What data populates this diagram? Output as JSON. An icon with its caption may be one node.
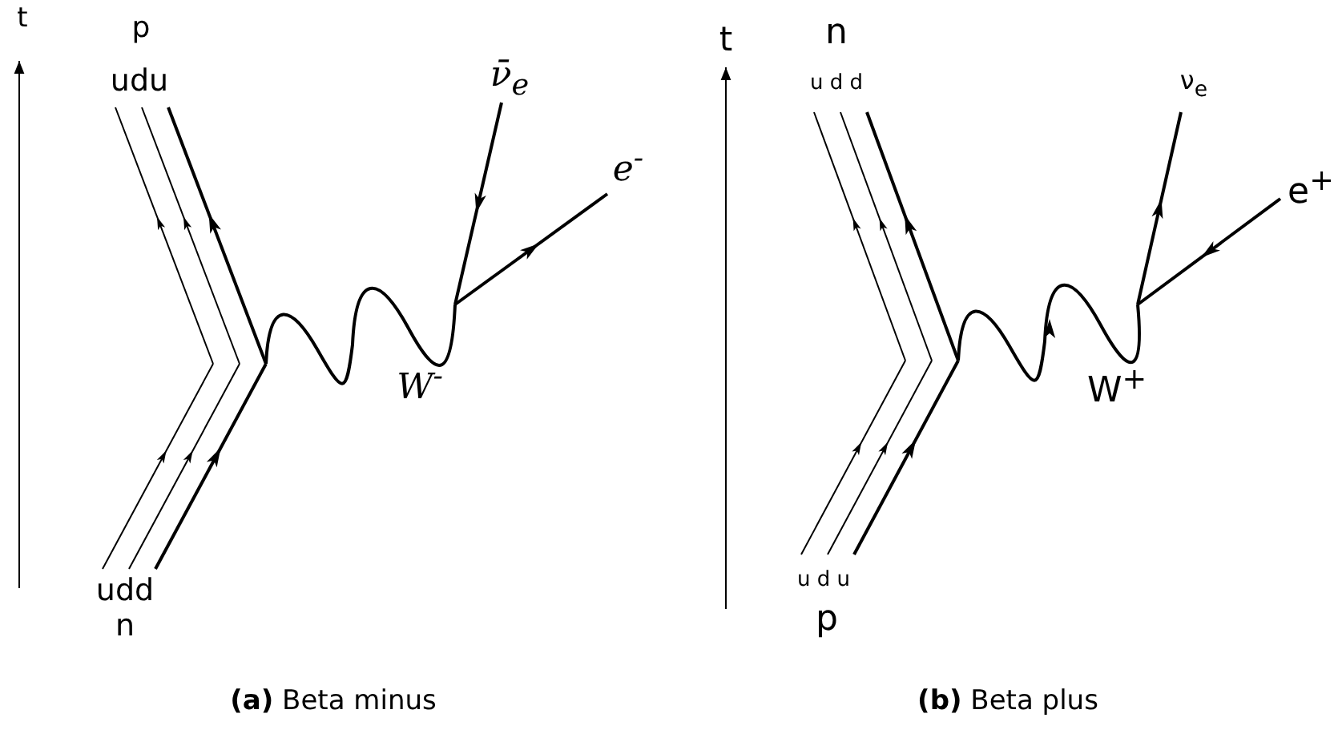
{
  "diagram": {
    "labels": [
      "t",
      "p",
      "udu",
      "ν̄$_{e}$",
      "e$^{-}$",
      "W$^{-}$",
      "udd",
      "n",
      "t",
      "n",
      "u d d",
      "ν$_{e}$",
      "e$^{+}$",
      "W$^{+}$",
      "u d u",
      "p",
      "**(a)** Beta minus",
      "**(b)** Beta plus"
    ]
  }
}
